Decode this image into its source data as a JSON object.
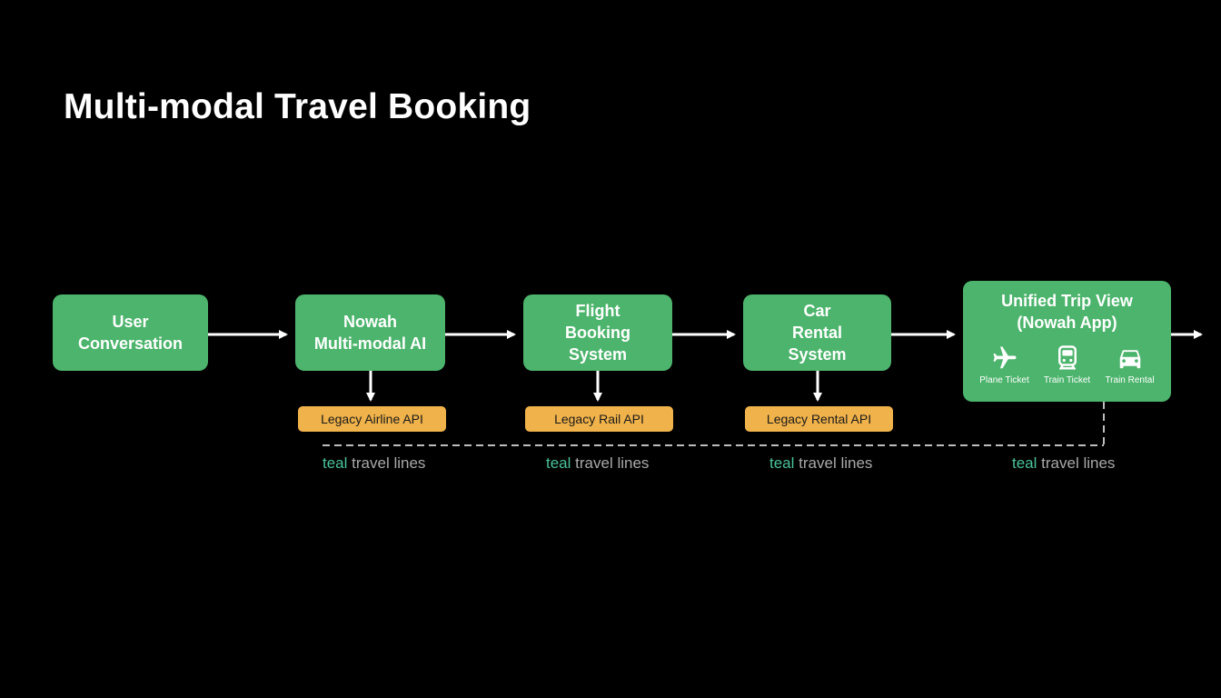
{
  "title": "Multi-modal Travel Booking",
  "nodes": {
    "user": {
      "line1": "User",
      "line2": "Conversation"
    },
    "ai": {
      "line1": "Nowah",
      "line2": "Multi-modal AI"
    },
    "flight": {
      "line1": "Flight",
      "line2": "Booking",
      "line3": "System"
    },
    "car": {
      "line1": "Car",
      "line2": "Rental",
      "line3": "System"
    },
    "trip": {
      "line1": "Unified Trip View",
      "line2": "(Nowah App)",
      "icons": [
        {
          "icon": "plane-icon",
          "label": "Plane Ticket"
        },
        {
          "icon": "train-icon",
          "label": "Train Ticket"
        },
        {
          "icon": "car-icon",
          "label": "Train Rental"
        }
      ]
    }
  },
  "apis": {
    "airline": "Legacy Airline API",
    "rail": "Legacy Rail API",
    "rental": "Legacy Rental API"
  },
  "travel_lines": [
    {
      "teal": "teal",
      "rest": " travel lines"
    },
    {
      "teal": "teal",
      "rest": " travel lines"
    },
    {
      "teal": "teal",
      "rest": " travel lines"
    },
    {
      "teal": "teal",
      "rest": " travel lines"
    }
  ],
  "colors": {
    "background": "#000000",
    "node": "#4cb46c",
    "api": "#f0b24a",
    "teal": "#49c29a",
    "muted_text": "#a9a9a9"
  }
}
